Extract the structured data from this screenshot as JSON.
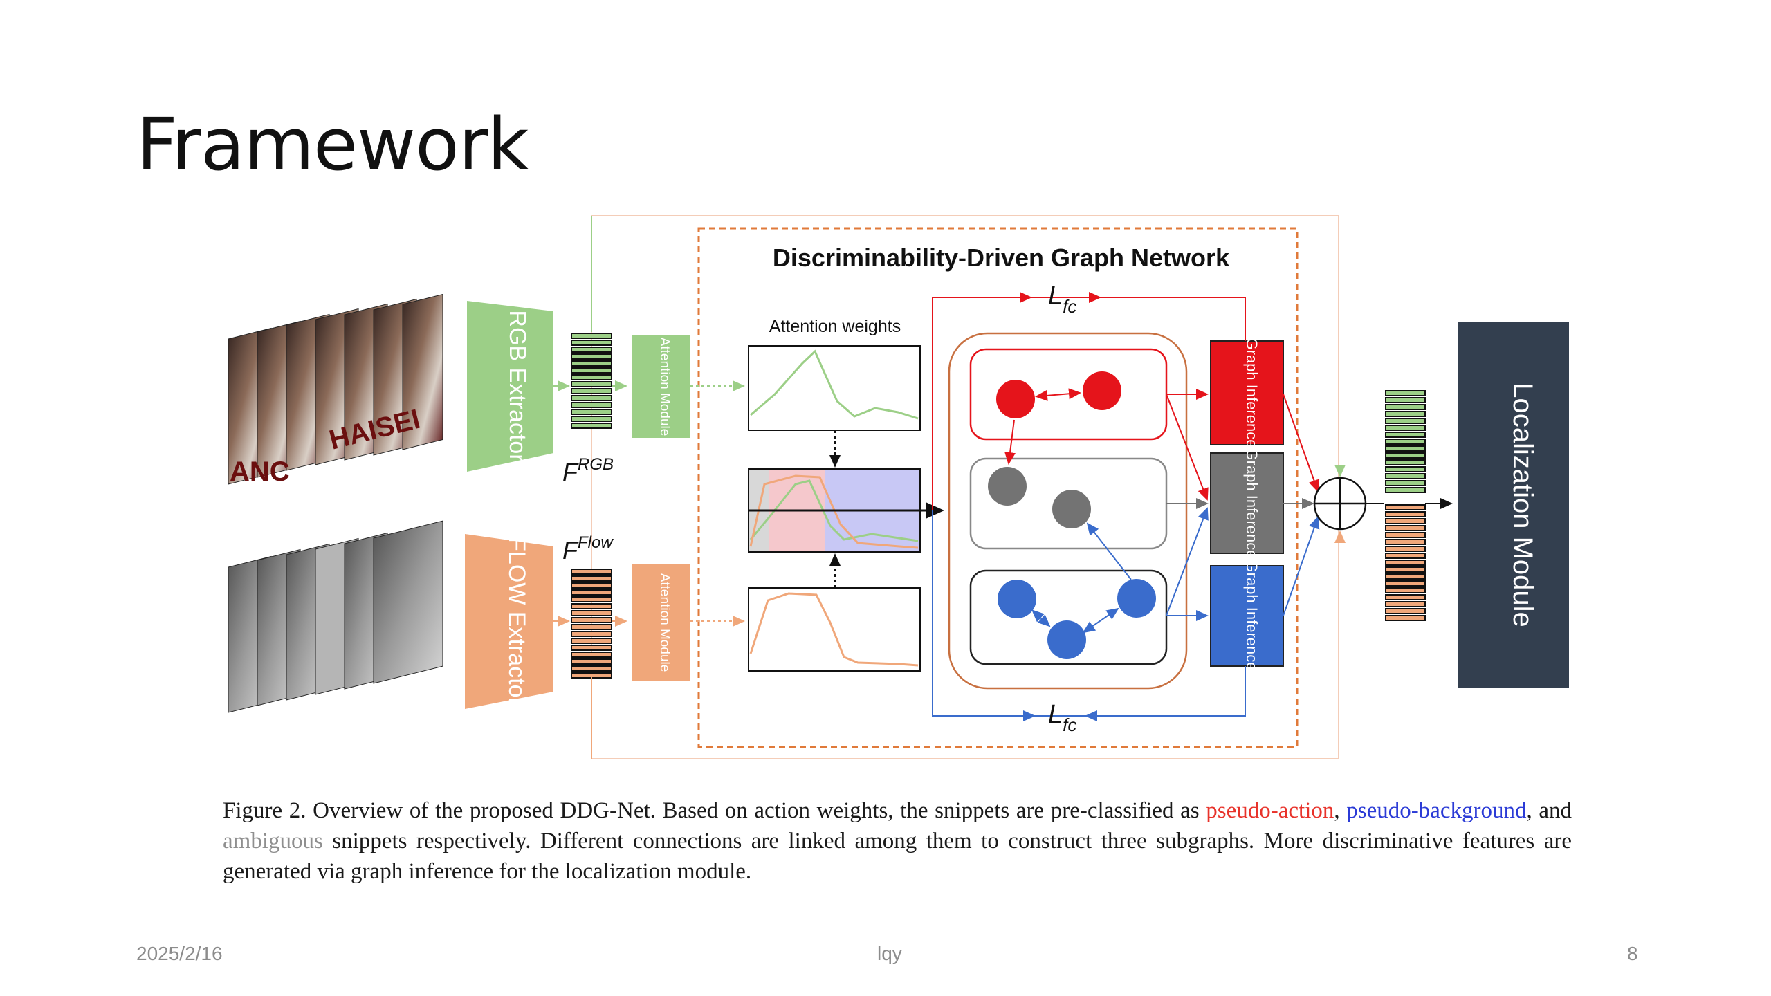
{
  "slide": {
    "title": "Framework",
    "footer_date": "2025/2/16",
    "footer_author": "lqy",
    "footer_page": "8"
  },
  "diagram": {
    "network_title": "Discriminability-Driven Graph Network",
    "rgb_extractor": "RGB Extractor",
    "flow_extractor": "FLOW Extractor",
    "attention_module": "Attention Module",
    "attention_weights": "Attention weights",
    "graph_inference": "Graph Inference",
    "localization_module": "Localization Module",
    "f_rgb": "F",
    "f_rgb_sup": "RGB",
    "f_flow": "F",
    "f_flow_sup": "Flow",
    "loss": "L",
    "loss_sub": "fc",
    "frame_text_rgb": "ANC",
    "frame_text_rgb2": "HAISEI",
    "colors": {
      "rgb": "#9ccf87",
      "flow": "#f0a77a",
      "pseudo_action": "#e5141b",
      "ambiguous": "#737373",
      "pseudo_background": "#3a6ccc",
      "localization": "#333f4f",
      "dashed_box": "#e07a3a"
    }
  },
  "caption": {
    "part1": "Figure 2. Overview of the proposed DDG-Net.  Based on action weights, the snippets are pre-classified as ",
    "pseudo_action": "pseudo-action",
    "part2": ", ",
    "pseudo_background": "pseudo-background",
    "part3": ", and ",
    "ambiguous": "ambiguous",
    "part4": " snippets respectively.  Different connections are linked among them to construct three subgraphs.  More discriminative features are generated via graph inference for the localization module."
  }
}
